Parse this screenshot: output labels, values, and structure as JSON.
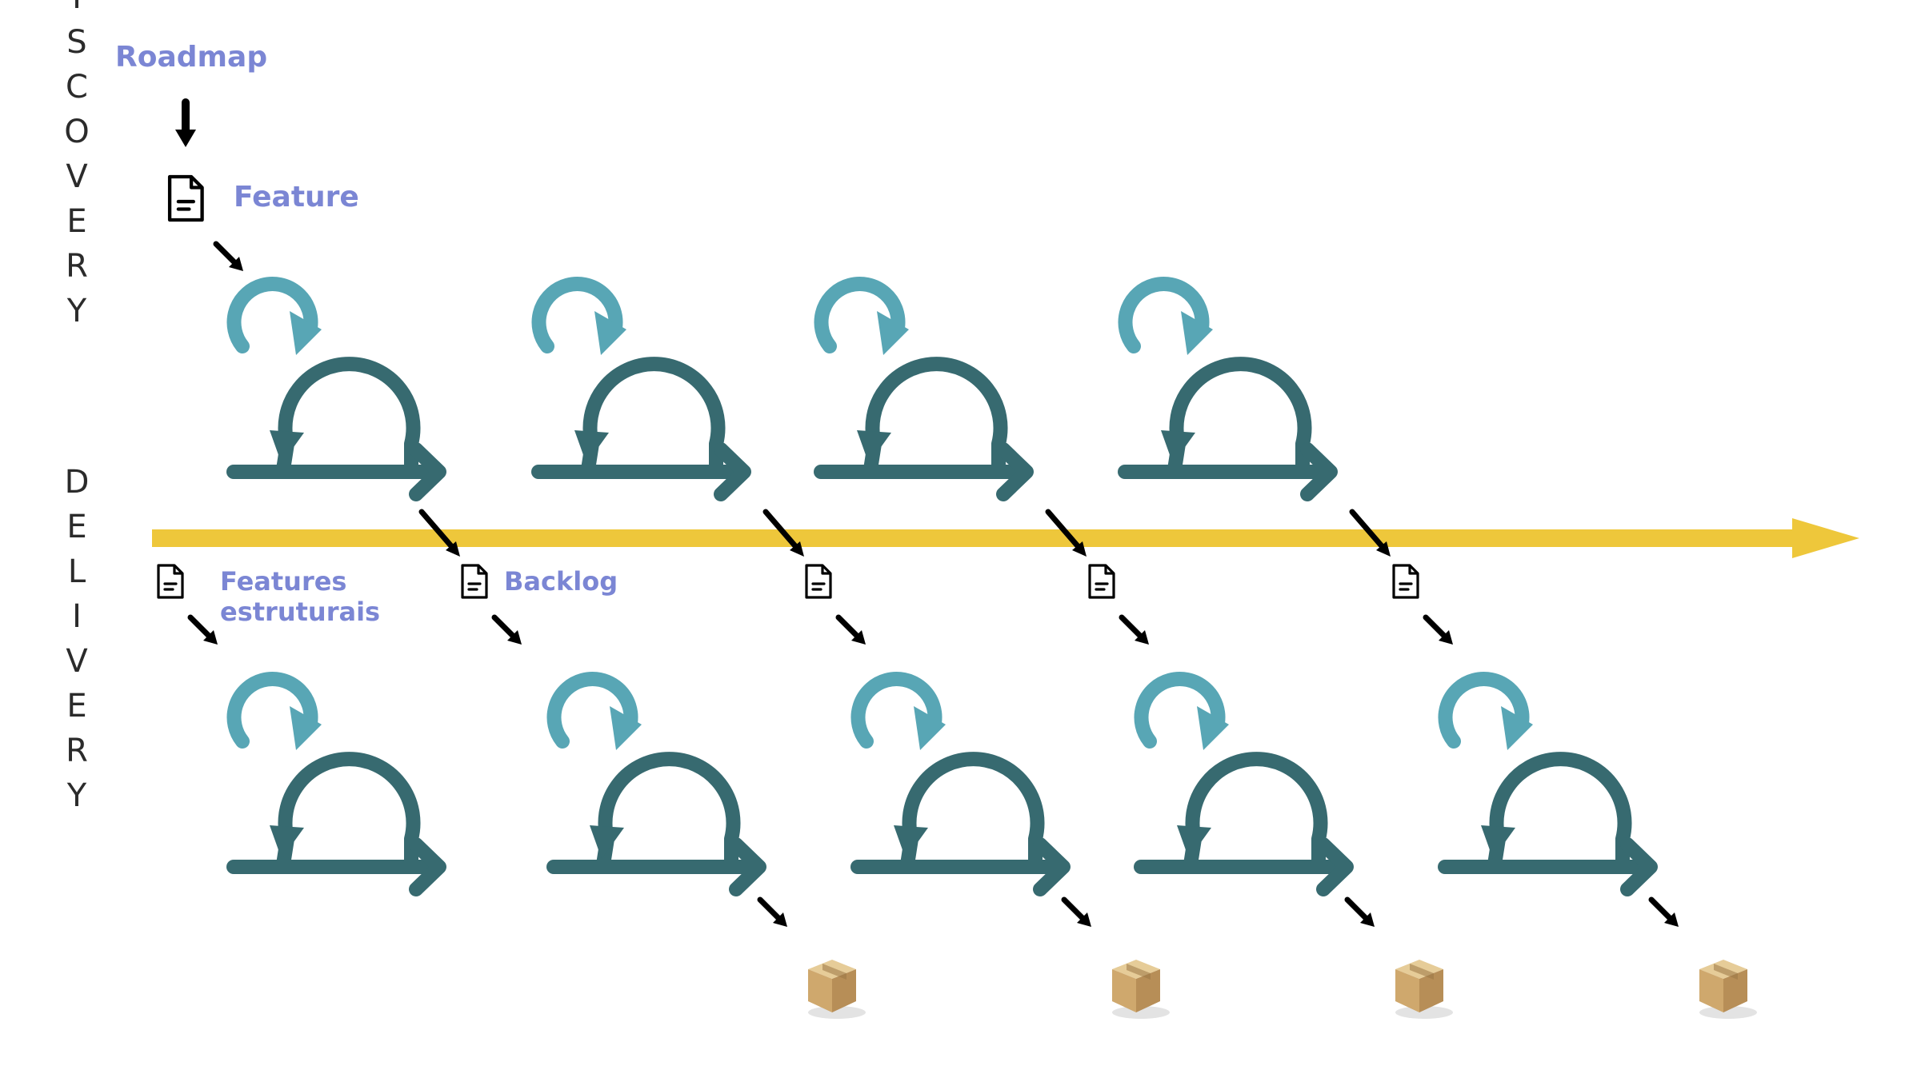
{
  "side_labels": {
    "discovery": "DISCOVERY",
    "delivery": "DELIVERY"
  },
  "labels": {
    "roadmap": "Roadmap",
    "feature": "Feature",
    "features_line1": "Features",
    "features_line2": "estruturais",
    "backlog": "Backlog"
  },
  "colors": {
    "label": "#7B86D4",
    "timeline": "#EEC73B",
    "cycle_dark": "#376A70",
    "cycle_light": "#58A6B5",
    "arrow": "#000000",
    "vertical_text": "#2b2b2b",
    "box": "#D1AF77"
  },
  "icons": {
    "document": "document-icon",
    "cycle": "sprint-cycle-icon",
    "package": "package-box-icon"
  }
}
